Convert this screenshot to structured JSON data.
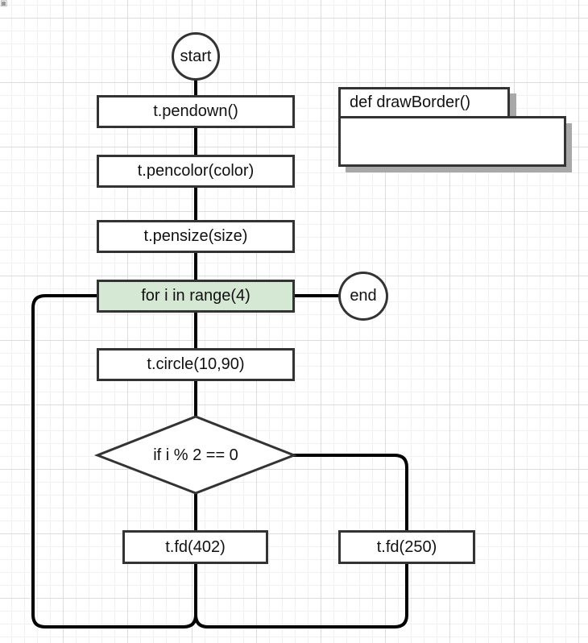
{
  "diagram": {
    "start_label": "start",
    "end_label": "end",
    "pendown_label": "t.pendown()",
    "pencolor_label": "t.pencolor(color)",
    "pensize_label": "t.pensize(size)",
    "loop_label": "for i in range(4)",
    "circle_label": "t.circle(10,90)",
    "decision_label": "if i % 2 == 0",
    "fd_left_label": "t.fd(402)",
    "fd_right_label": "t.fd(250)",
    "def_tab_label": "def drawBorder()",
    "colors": {
      "stroke": "#333333",
      "loop_fill": "#d5e8d4",
      "shadow": "#a8a8a8"
    }
  }
}
